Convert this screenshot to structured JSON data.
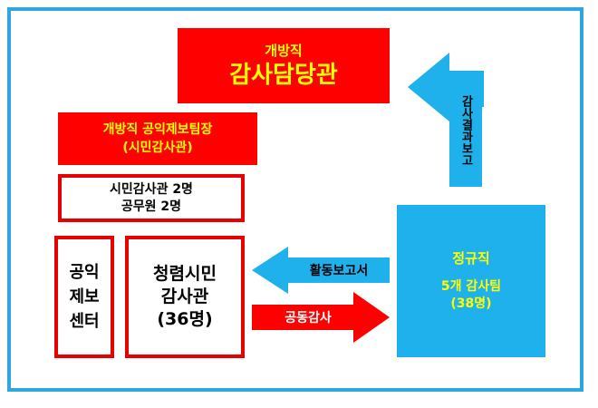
{
  "head": {
    "sub": "개방직",
    "main": "감사담당관"
  },
  "leader": {
    "line1": "개방직 공익제보팀장",
    "line2": "(시민감사관)"
  },
  "staff": {
    "line1": "시민감사관 2명",
    "line2": "공무원 2명"
  },
  "report_center": {
    "line1": "공익",
    "line2": "제보",
    "line3": "센터"
  },
  "citizen_auditors": {
    "line1": "청렴시민",
    "line2": "감사관",
    "line3": "(36명)"
  },
  "audit_team": {
    "title": "정규직",
    "line1": "5개 감사팀",
    "line2": "(38명)"
  },
  "arrows": {
    "result_report": "감사결과보고",
    "activity_report": "활동보고서",
    "joint_audit": "공동감사"
  },
  "colors": {
    "red": "#ff0000",
    "yellow": "#ffff00",
    "blue": "#1fb1ec",
    "border_red": "#e60000",
    "frame_blue": "#2ea6e0"
  }
}
